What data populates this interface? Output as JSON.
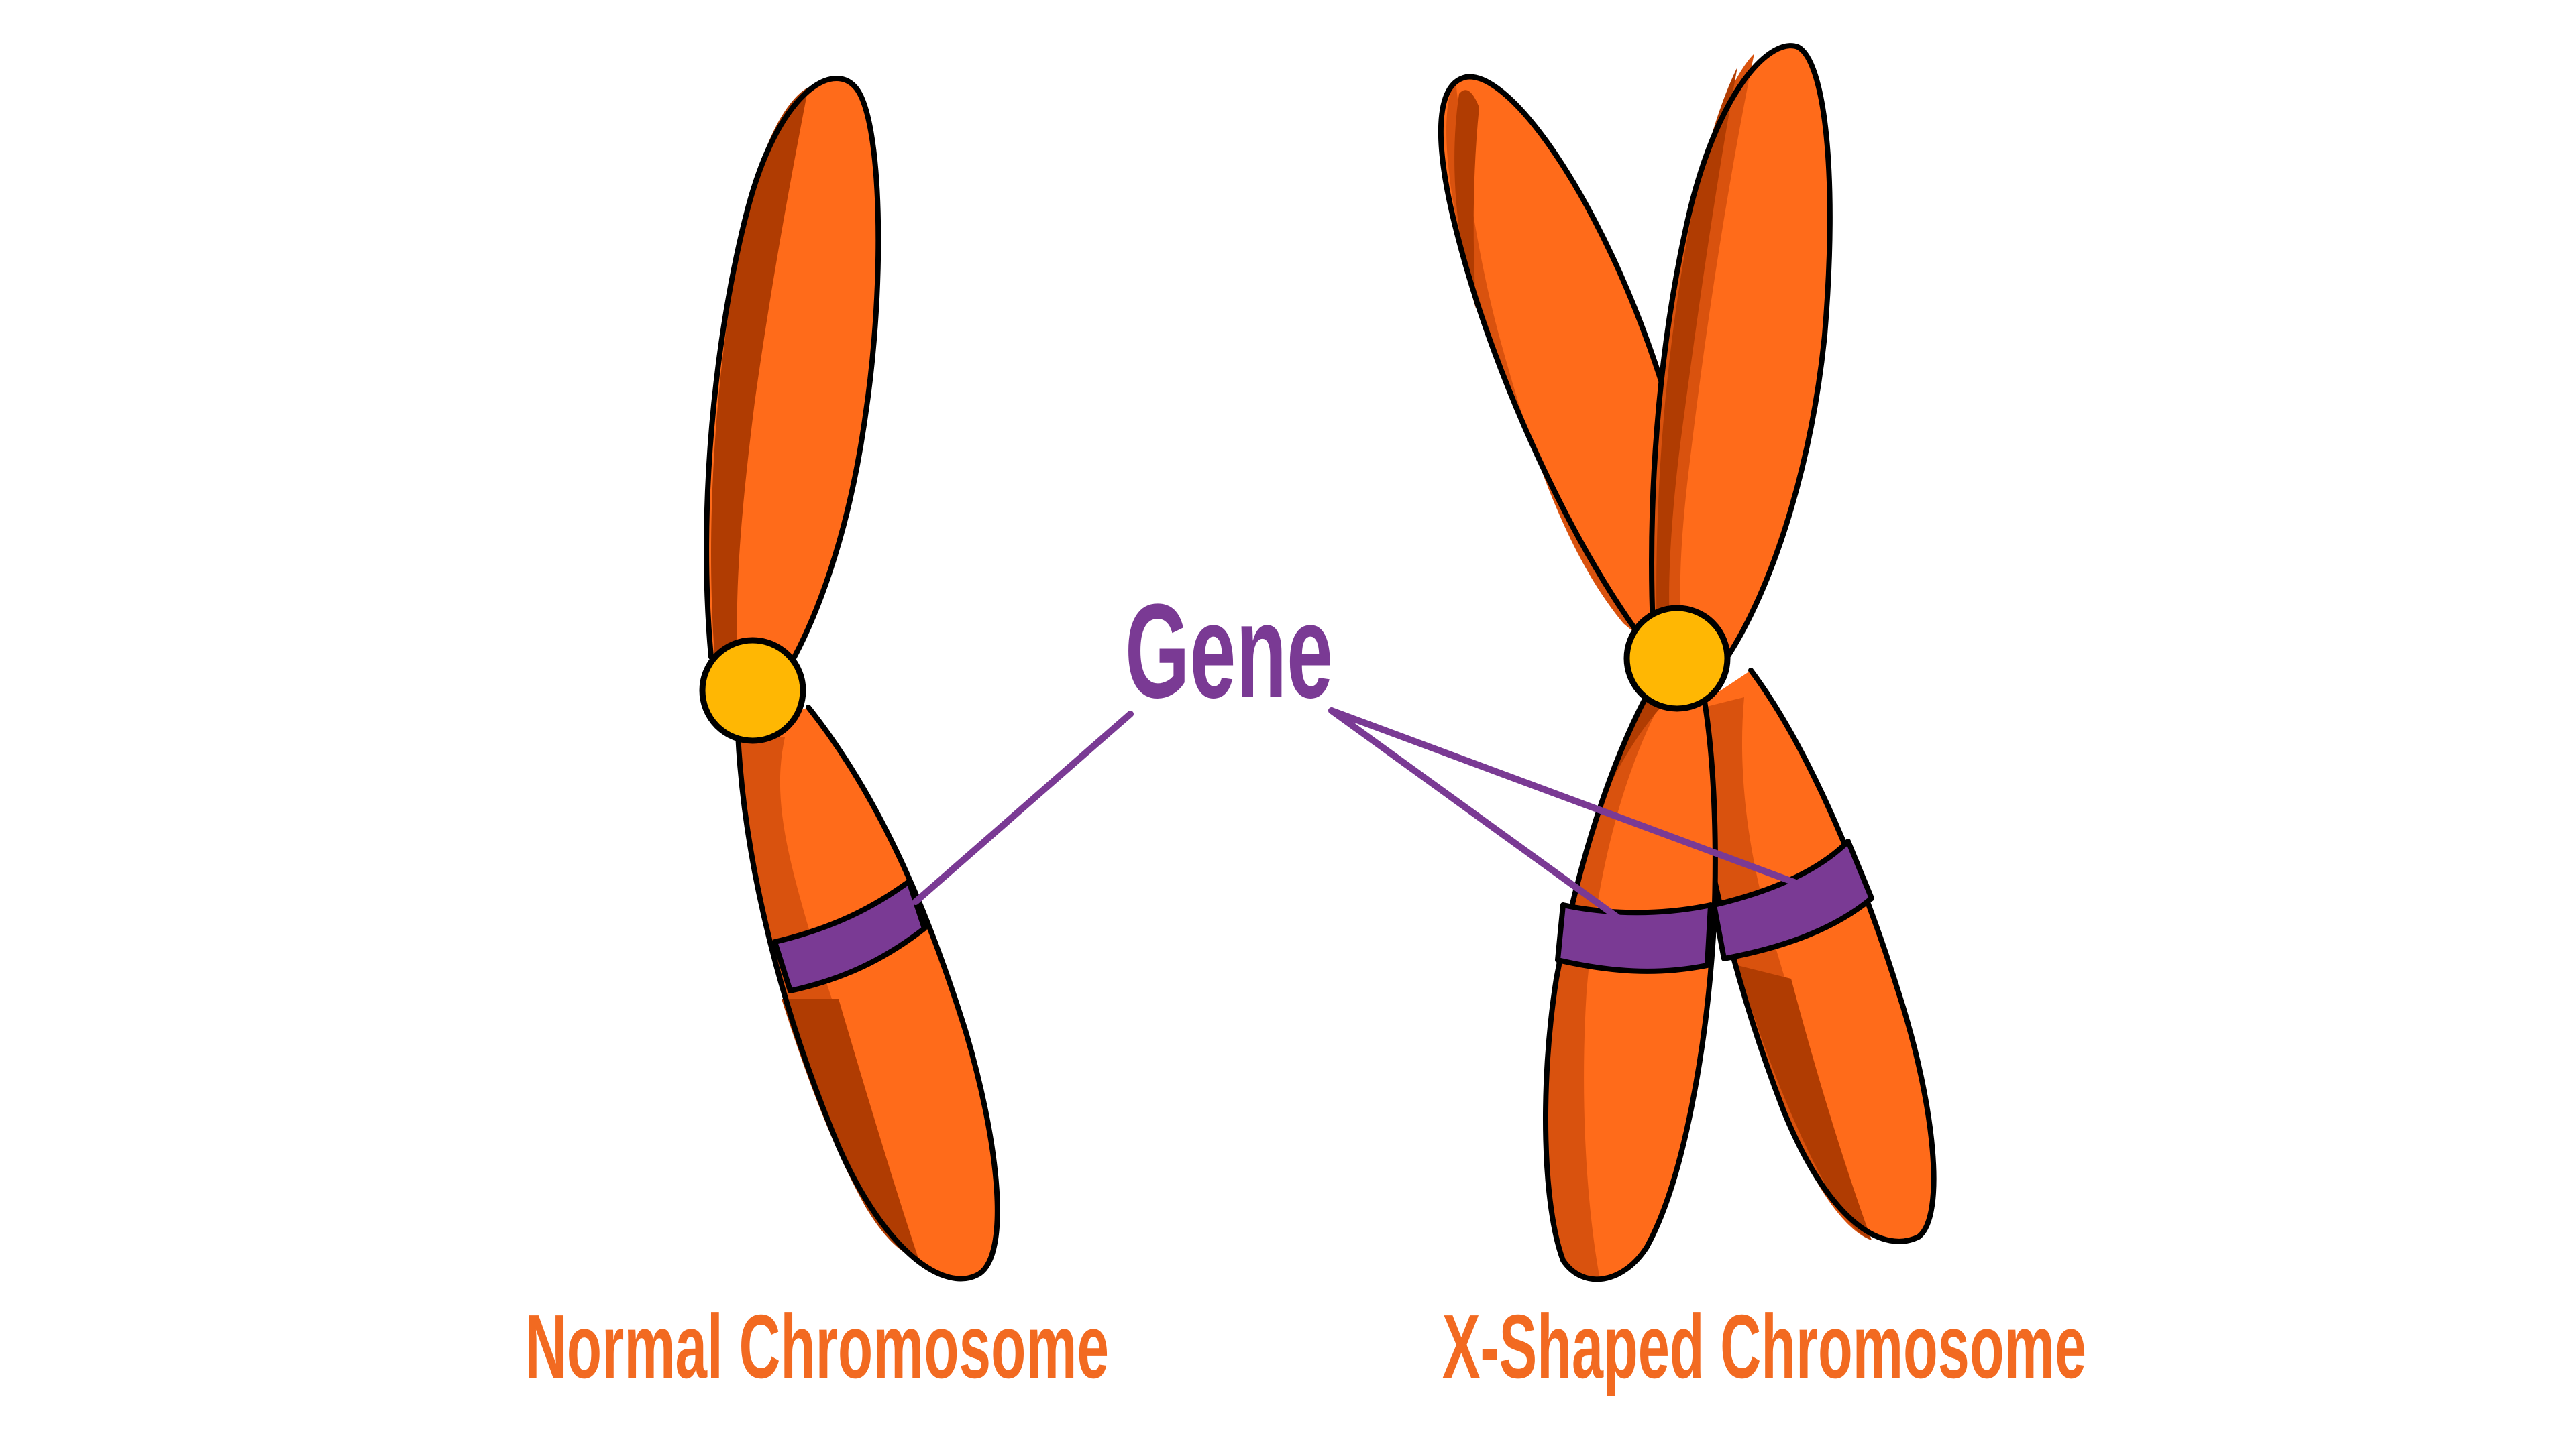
{
  "labels": {
    "gene": "Gene",
    "normal": "Normal Chromosome",
    "xshaped": "X-Shaped Chromosome"
  },
  "colors": {
    "arm": "#FF6B1A",
    "arm_shadow": "#D9520E",
    "arm_dark": "#B03C02",
    "centromere": "#FFB703",
    "gene_band": "#7A3A94",
    "pointer": "#7A3A94",
    "outline": "#000000",
    "label_orange": "#F26A21",
    "label_purple": "#7A3A94"
  }
}
